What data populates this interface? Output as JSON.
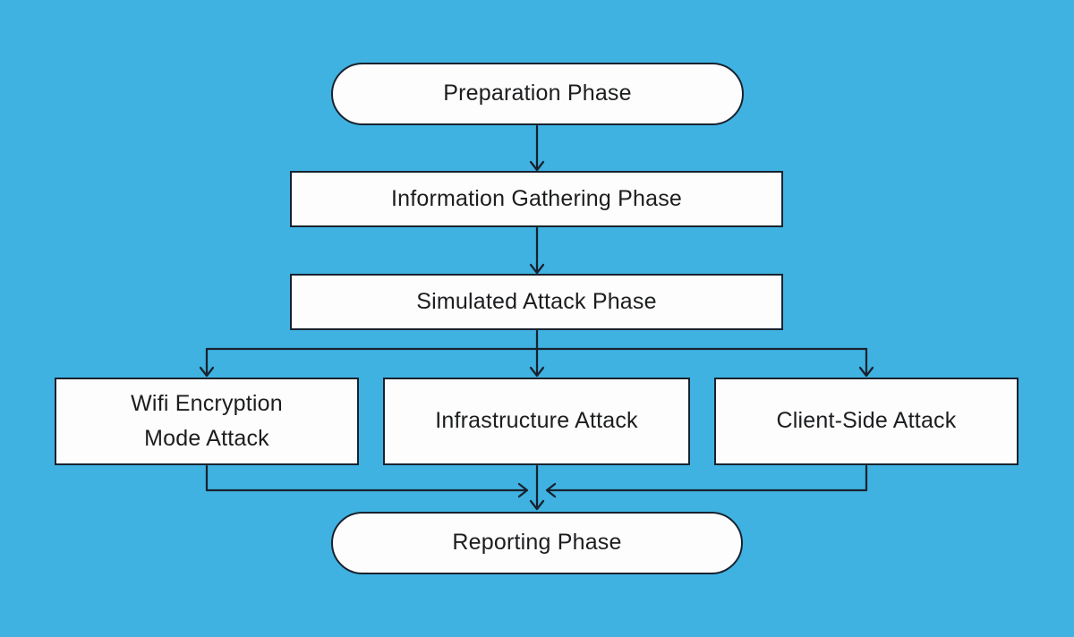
{
  "diagram": {
    "type": "flowchart",
    "background_color": "#3FB2E1",
    "node_fill_color": "#FDFDFD",
    "line_color": "#18222E",
    "text_color": "#1C1D1F",
    "nodes": {
      "preparation": {
        "label": "Preparation Phase",
        "shape": "stadium"
      },
      "information_gathering": {
        "label": "Information Gathering Phase",
        "shape": "rect"
      },
      "simulated_attack": {
        "label": "Simulated Attack Phase",
        "shape": "rect"
      },
      "wifi_encryption": {
        "label": "Wifi Encryption Mode Attack",
        "lines": [
          "Wifi Encryption",
          "Mode Attack"
        ],
        "shape": "rect"
      },
      "infrastructure": {
        "label": "Infrastructure Attack",
        "shape": "rect"
      },
      "client_side": {
        "label": "Client-Side Attack",
        "shape": "rect"
      },
      "reporting": {
        "label": "Reporting Phase",
        "shape": "stadium"
      }
    },
    "edges": [
      {
        "from": "Preparation Phase",
        "to": "Information Gathering Phase"
      },
      {
        "from": "Information Gathering Phase",
        "to": "Simulated Attack Phase"
      },
      {
        "from": "Simulated Attack Phase",
        "to": "Wifi Encryption Mode Attack"
      },
      {
        "from": "Simulated Attack Phase",
        "to": "Infrastructure Attack"
      },
      {
        "from": "Simulated Attack Phase",
        "to": "Client-Side Attack"
      },
      {
        "from": "Wifi Encryption Mode Attack",
        "to": "Reporting Phase"
      },
      {
        "from": "Infrastructure Attack",
        "to": "Reporting Phase"
      },
      {
        "from": "Client-Side Attack",
        "to": "Reporting Phase"
      }
    ]
  }
}
